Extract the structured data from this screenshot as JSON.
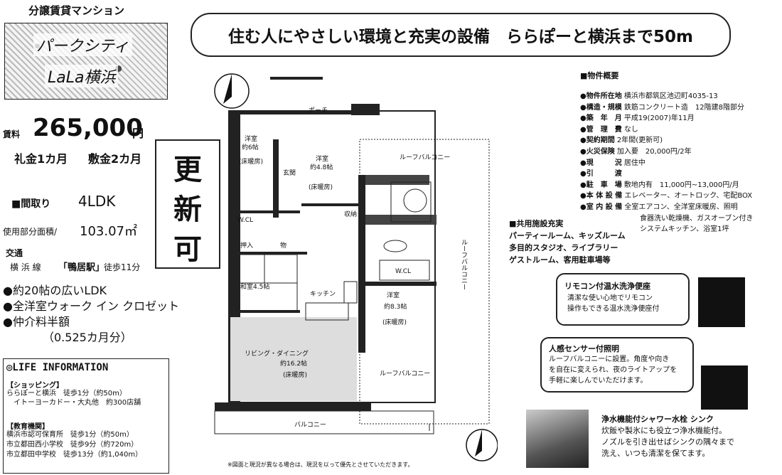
{
  "header": {
    "category": "分譲賃貸マンション",
    "headline": "住む人にやさしい環境と充実の設備　ららぽーと横浜まで50m"
  },
  "logo": {
    "line1": "パークシティ",
    "line2": "LaLa横浜"
  },
  "rent": {
    "label": "賃料",
    "amount": "265,000",
    "unit": "円",
    "key_money": "礼金1カ月",
    "deposit": "敷金2カ月"
  },
  "renewal": {
    "chars": [
      "更",
      "新",
      "可"
    ]
  },
  "layout_info": {
    "label": "■間取り",
    "value": "4LDK"
  },
  "area": {
    "label": "使用部分面積/",
    "value": "103.07㎡"
  },
  "transport": {
    "label": "交通",
    "line": "横 浜 線",
    "station": "「鴨居駅」",
    "walk": "徒歩11分"
  },
  "features": [
    "●約20帖の広いLDK",
    "●全洋室ウォーク イン クロゼット",
    "●仲介料半額",
    "（0.525カ月分）"
  ],
  "life": {
    "title": "◎LIFE INFORMATION",
    "shopping_heading": "【ショッピング】",
    "shopping": [
      "ららぽーと横浜　徒歩1分（約50m）",
      "イトーヨーカドー・大丸他　約300店舗"
    ],
    "education_heading": "【教育機関】",
    "education": [
      "横浜市認可保育所　徒歩1分（約50m）",
      "市立都田西小学校　徒歩9分（約720m）",
      "市立都田中学校　徒歩13分（約1,040m）"
    ]
  },
  "property": {
    "heading": "■物件概要",
    "rows": [
      {
        "label": "●物件所在地",
        "value": "横浜市都筑区池辺町4035-13"
      },
      {
        "label": "●構造・規模",
        "value": "鉄筋コンクリート造　12階建8階部分"
      },
      {
        "label": "●築　年　月",
        "value": "平成19(2007)年11月"
      },
      {
        "label": "●管　理　費",
        "value": "なし"
      },
      {
        "label": "●契約期間",
        "value": "2年間(更新可)"
      },
      {
        "label": "●火災保険",
        "value": "加入要　20,000円/2年"
      },
      {
        "label": "●現　　　況",
        "value": "居住中"
      },
      {
        "label": "●引　　　渡",
        "value": ""
      },
      {
        "label": "●駐　車　場",
        "value": "敷地内有　11,000円~13,000円/月"
      },
      {
        "label": "●本 体 設 備",
        "value": "エレベーター、オートロック、宅配BOX"
      },
      {
        "label": "●室 内 設 備",
        "value": "全室エアコン、全洋室床暖房、照明"
      },
      {
        "label": "",
        "value": "食器洗い乾燥機、ガスオーブン付き"
      },
      {
        "label": "",
        "value": "システムキッチン、浴室1坪"
      }
    ]
  },
  "shared": {
    "heading": "■共用施設充実",
    "lines": [
      "パーティールーム、キッズルーム",
      "多目的スタジオ、ライブラリー",
      "ゲストルーム、客用駐車場等"
    ]
  },
  "callouts": [
    {
      "title": "リモコン付温水洗浄便座",
      "lines": [
        "清潔な使い心地でリモコン",
        "操作もできる温水洗浄便座付"
      ]
    },
    {
      "title": "人感センサー付照明",
      "lines": [
        "ルーフバルコニーに設置。角度や向き",
        "を自在に変えられ、夜のライトアップを",
        "手軽に楽しんでいただけます。"
      ]
    },
    {
      "title": "浄水機能付シャワー水栓 シンク",
      "lines": [
        "炊飯や製氷にも役立つ浄水機能付。",
        "ノズルを引き出せばシンクの隅々まで",
        "洗え、いつも清潔を保てます。"
      ]
    }
  ],
  "floorplan": {
    "porch": "ポーチ",
    "genkan": "玄関",
    "room1": "洋室",
    "room1_size": "約6帖",
    "room1_floor": "(床暖房)",
    "room2": "洋室",
    "room2_size": "約4.8帖",
    "room2_floor": "(床暖房)",
    "room3": "洋室",
    "room3_size": "約8.3帖",
    "room3_floor": "(床暖房)",
    "washitsu": "和室4.5帖",
    "ldk": "リビング・ダイニング",
    "ldk_size": "約16.2帖",
    "ldk_floor": "(床暖房)",
    "kitchen": "キッチン",
    "wcl": "W.CL",
    "wic": "W.CL",
    "oshiire": "押入",
    "shuno": "収納",
    "mono": "物",
    "roof_top": "ルーフバルコニー",
    "roof_right": "ルーフバルコニー",
    "roof_bottom": "ルーフバルコニー",
    "balcony": "バルコニー",
    "note": "※図面と現況が異なる場合は、現況を以って優先とさせていただきます。"
  }
}
